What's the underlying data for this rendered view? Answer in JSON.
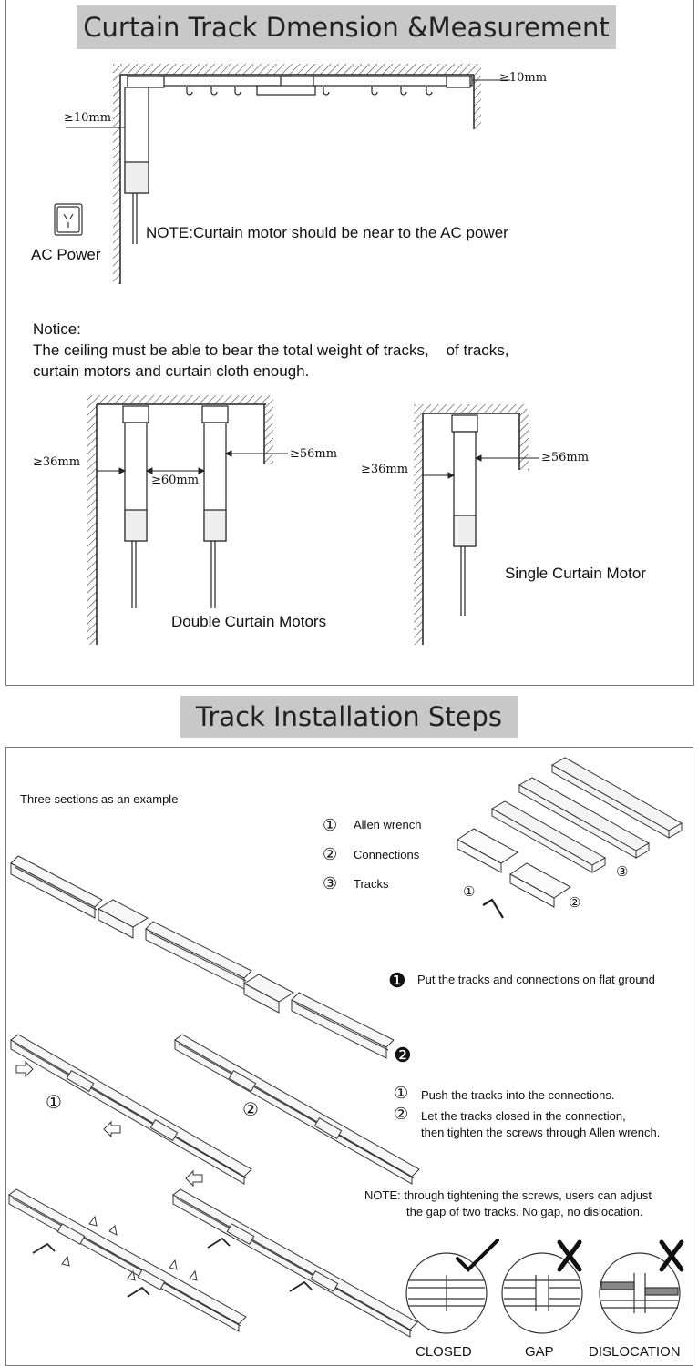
{
  "section1": {
    "title": "Curtain Track Dmension &Measurement",
    "gap_right": "≥10mm",
    "gap_left": "≥10mm",
    "ac_power": "AC Power",
    "note": "NOTE:Curtain motor should be near to the AC power",
    "notice_title": "Notice:",
    "notice_line1": "The ceiling must be able to bear the total weight of tracks,    of tracks,",
    "notice_line2": "curtain motors and curtain cloth enough.",
    "double": {
      "left_gap": "≥36mm",
      "between_gap": "≥60mm",
      "right_gap": "≥56mm",
      "caption": "Double Curtain Motors"
    },
    "single": {
      "left_gap": "≥36mm",
      "right_gap": "≥56mm",
      "caption": "Single Curtain Motor"
    }
  },
  "section2": {
    "title": "Track Installation Steps",
    "intro": "Three sections as an example",
    "legend": [
      {
        "num": "①",
        "label": "Allen wrench"
      },
      {
        "num": "②",
        "label": "Connections"
      },
      {
        "num": "③",
        "label": "Tracks"
      }
    ],
    "parts_labels": {
      "wrench": "①",
      "connection": "②",
      "tracks": "③"
    },
    "step1_num": "❶",
    "step1_text": "Put the tracks and connections on flat ground",
    "step2_num": "❷",
    "step2_items": [
      {
        "num": "①",
        "text": "Push the tracks into the connections."
      },
      {
        "num": "②",
        "text": "Let the tracks closed in the connection,"
      },
      {
        "num": "",
        "text": "then tighten the screws through Allen wrench."
      }
    ],
    "diagram_marks": {
      "push": "①",
      "closed": "②"
    },
    "note_line1": "NOTE: through tightening the screws, users can adjust",
    "note_line2": "the gap of two tracks. No gap, no  dislocation.",
    "results": [
      {
        "label": "CLOSED",
        "mark": "check-icon"
      },
      {
        "label": "GAP",
        "mark": "cross-icon"
      },
      {
        "label": "DISLOCATION",
        "mark": "cross-icon"
      }
    ]
  }
}
